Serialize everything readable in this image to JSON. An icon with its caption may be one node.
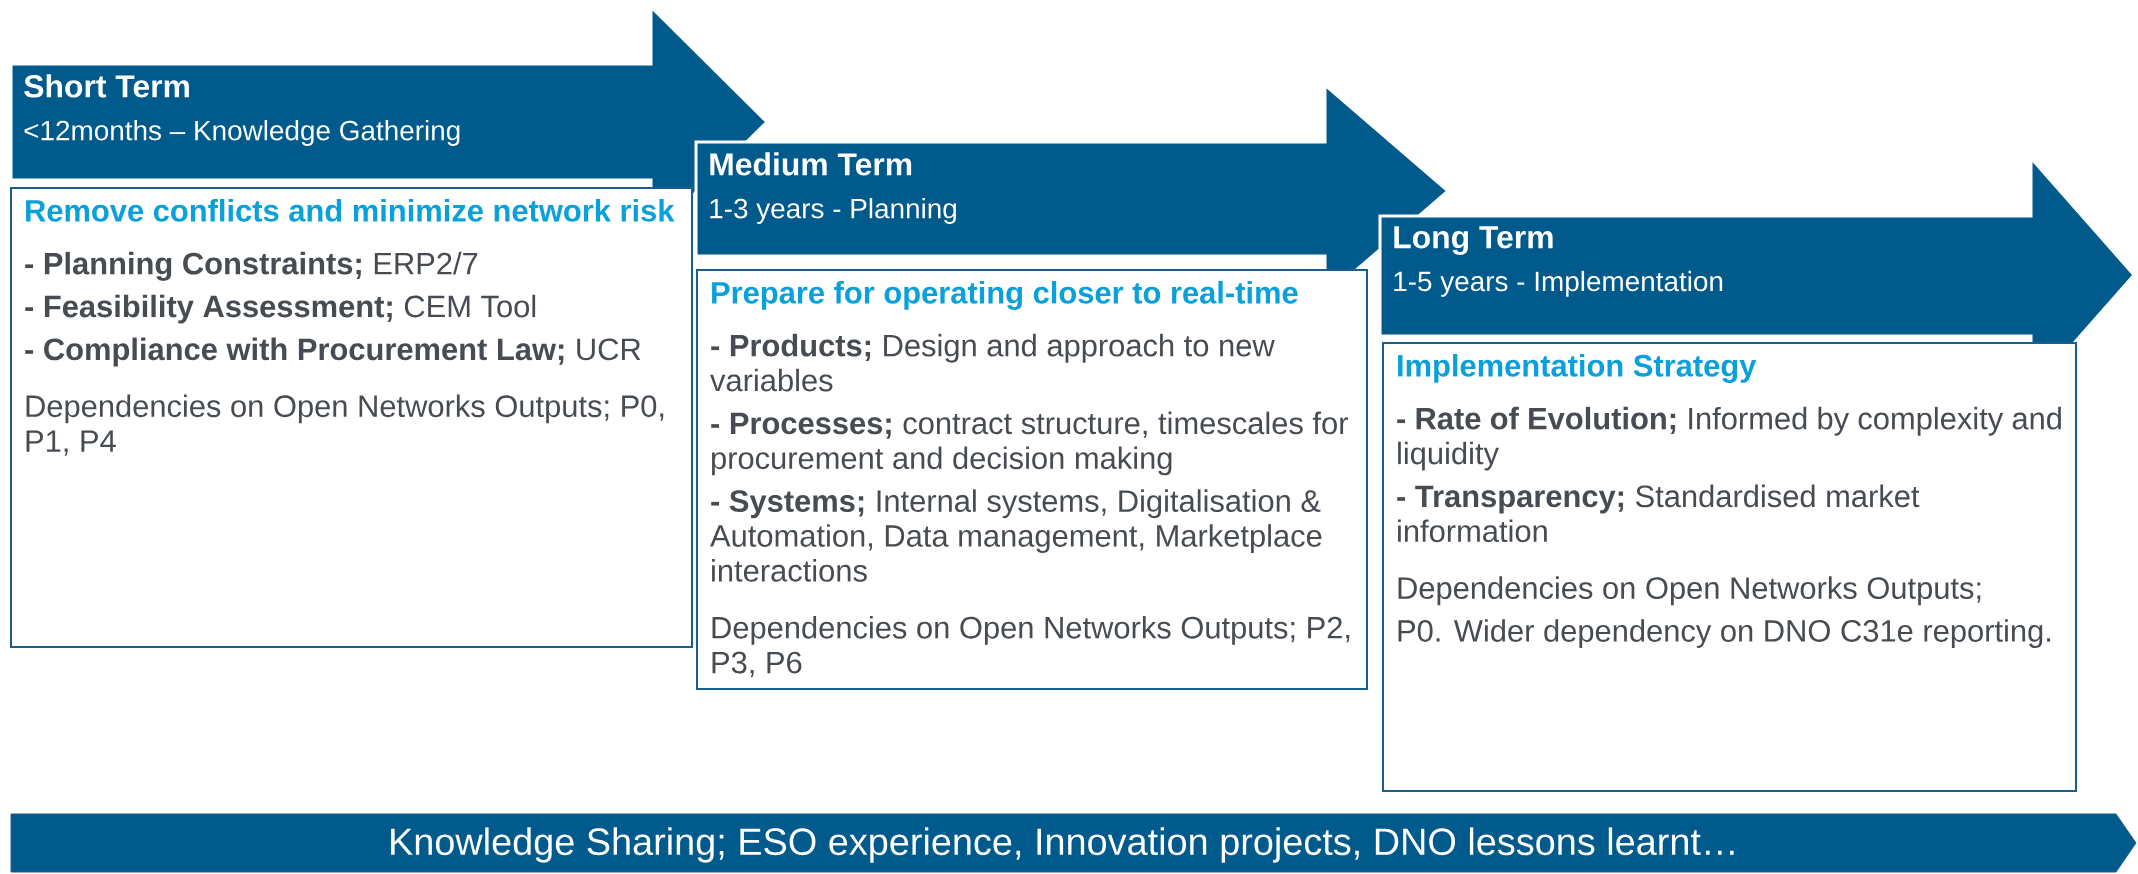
{
  "diagram": {
    "nodes": [
      {
        "text": [
          "Short Term",
          "<12months – Knowledge Gathering"
        ]
      },
      {
        "text": [
          "Remove conflicts and minimize network risk",
          "**- Planning Constraints;** ERP2/7",
          "**- Feasibility Assessment;** CEM Tool",
          "**- Compliance with Procurement Law;** UCR",
          "Dependencies on Open Networks Outputs; P0, P1, P4"
        ]
      },
      {
        "text": [
          "Medium Term",
          "1-3 years - Planning"
        ]
      },
      {
        "text": [
          "Prepare for operating closer to real-time",
          "**- Products;** Design and approach to new variables",
          "**- Processes;** contract structure, timescales for procurement and decision making",
          "**- Systems;** Internal systems, Digitalisation & Automation, Data management, Marketplace interactions",
          "Dependencies on Open Networks Outputs; P2, P3, P6"
        ]
      },
      {
        "text": [
          "Long Term",
          "1-5 years - Implementation"
        ]
      },
      {
        "text": [
          "Implementation Strategy",
          "**- Rate of Evolution;** Informed by complexity and liquidity",
          "**- Transparency;** Standardised market information",
          "Dependencies on Open Networks Outputs;",
          "P0. Wider dependency on DNO C31e reporting."
        ]
      },
      {
        "text": [
          "Knowledge Sharing; ESO experience, Innovation projects, DNO lessons learnt…"
        ]
      }
    ]
  }
}
